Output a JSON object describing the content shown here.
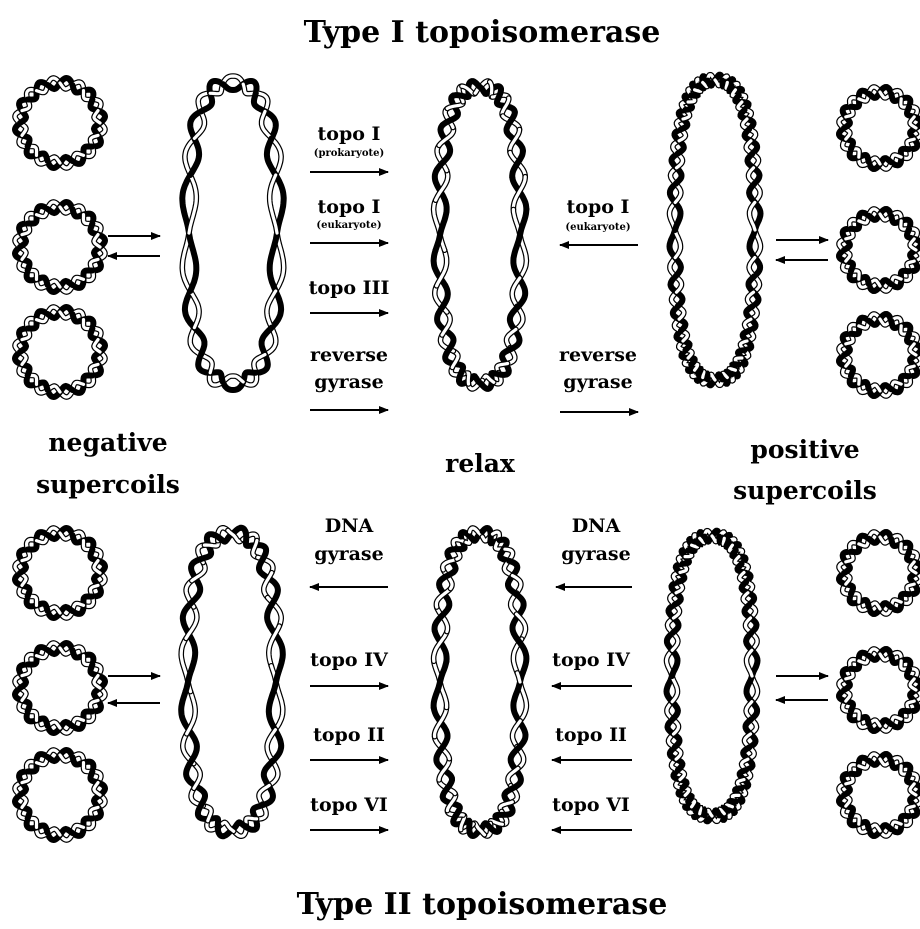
{
  "titles": {
    "type1": "Type I topoisomerase",
    "type2": "Type II topoisomerase"
  },
  "states": {
    "negative_line1": "negative",
    "negative_line2": "supercoils",
    "relax": "relax",
    "positive_line1": "positive",
    "positive_line2": "supercoils"
  },
  "type1": {
    "left_enzymes": [
      {
        "name": "topo I",
        "note": "(prokaryote)",
        "direction": "right"
      },
      {
        "name": "topo I",
        "note": "(eukaryote)",
        "direction": "right"
      },
      {
        "name": "topo III",
        "note": "",
        "direction": "right"
      },
      {
        "name": "reverse",
        "name2": "gyrase",
        "direction": "right"
      }
    ],
    "right_enzymes": [
      {
        "name": "topo I",
        "note": "(eukaryote)",
        "direction": "left"
      },
      {
        "name": "reverse",
        "name2": "gyrase",
        "direction": "right"
      }
    ]
  },
  "type2": {
    "left_enzymes": [
      {
        "name": "DNA",
        "name2": "gyrase",
        "direction": "left"
      },
      {
        "name": "topo IV",
        "direction": "right"
      },
      {
        "name": "topo II",
        "direction": "right"
      },
      {
        "name": "topo VI",
        "direction": "right"
      }
    ],
    "right_enzymes": [
      {
        "name": "DNA",
        "name2": "gyrase",
        "direction": "left"
      },
      {
        "name": "topo IV",
        "direction": "left"
      },
      {
        "name": "topo II",
        "direction": "left"
      },
      {
        "name": "topo VI",
        "direction": "left"
      }
    ]
  },
  "colors": {
    "strand_dark": "#000000",
    "strand_light": "#ffffff",
    "ink": "#000000"
  },
  "icons": [
    "supercoiled-dna-icon",
    "relaxed-dna-loop-icon",
    "equilibrium-arrows-icon"
  ]
}
